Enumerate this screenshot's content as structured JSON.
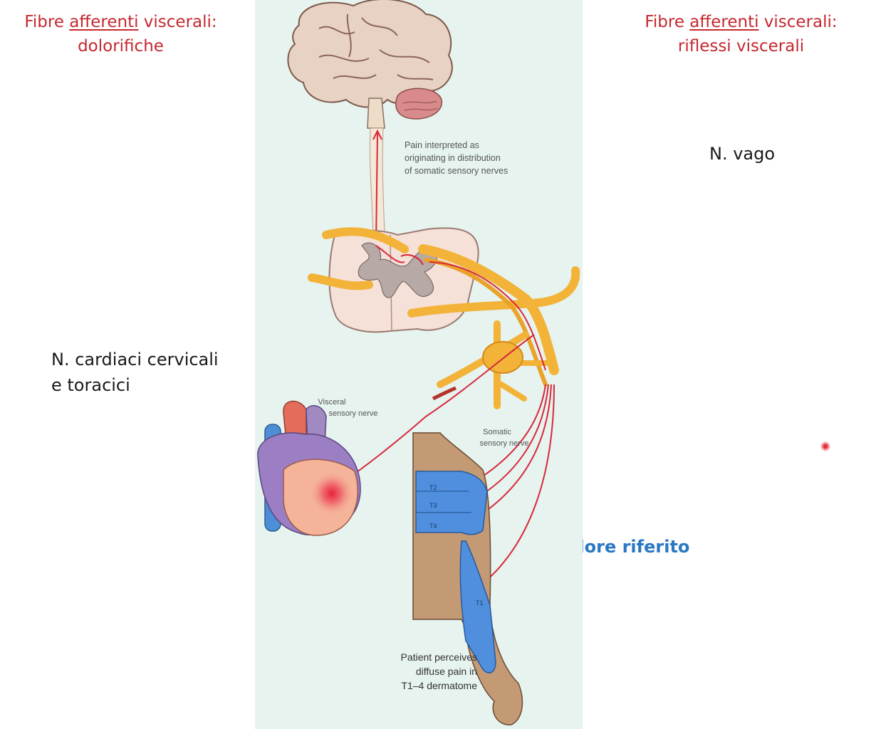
{
  "left_heading": {
    "line1_pre": "Fibre ",
    "line1_underlined": "afferenti",
    "line1_post": " viscerali:",
    "line2": "dolorifiche"
  },
  "right_heading": {
    "line1_pre": "Fibre ",
    "line1_underlined": "afferenti",
    "line1_post": " viscerali:",
    "line2": "riflessi viscerali"
  },
  "right_nerve": "N. vago",
  "left_nerve": {
    "line1": "N. cardiaci cervicali",
    "line2": "e toracici"
  },
  "referred_pain": "Dolore riferito",
  "diagram": {
    "pain_label": [
      "Pain interpreted as",
      "originating in distribution",
      "of somatic sensory nerves"
    ],
    "visceral_label": [
      "Visceral",
      "sensory nerve"
    ],
    "somatic_label": [
      "Somatic",
      "sensory nerve"
    ],
    "patient_label": [
      "Patient perceives",
      "diffuse pain in",
      "T1–4 dermatome"
    ],
    "dermatomes": [
      "T2",
      "T3",
      "T4",
      "T1"
    ]
  },
  "colors": {
    "heading_red": "#c5282f",
    "referred_blue": "#2a78c4",
    "panel_bg": "#e6f3ef",
    "nerve_orange": "#f2b338",
    "nerve_red": "#d8283a"
  }
}
